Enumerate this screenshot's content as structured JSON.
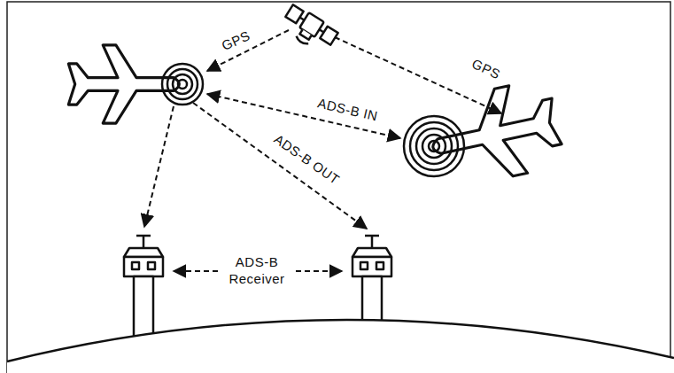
{
  "diagram": {
    "labels": [
      "GPS",
      "GPS",
      "ADS-B IN",
      "ADS-B OUT",
      "ADS-B Receiver"
    ]
  }
}
